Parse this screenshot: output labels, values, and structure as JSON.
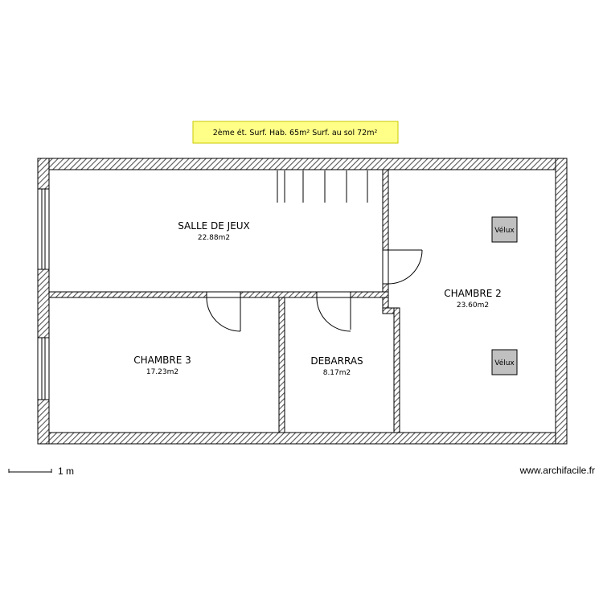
{
  "title": "2ème ét. Surf. Hab. 65m² Surf. au sol 72m²",
  "rooms": [
    {
      "name": "SALLE DE JEUX",
      "area": "22.88m2"
    },
    {
      "name": "CHAMBRE 2",
      "area": "23.60m2"
    },
    {
      "name": "CHAMBRE 3",
      "area": "17.23m2"
    },
    {
      "name": "DEBARRAS",
      "area": "8.17m2"
    }
  ],
  "velux": [
    "Vélux",
    "Vélux"
  ],
  "scale": {
    "label": "1 m"
  },
  "credit": "www.archifacile.fr",
  "colors": {
    "title_bg": "#ffff88",
    "velux_fill": "#c0c0c0",
    "wall_hatch": "#555555"
  }
}
